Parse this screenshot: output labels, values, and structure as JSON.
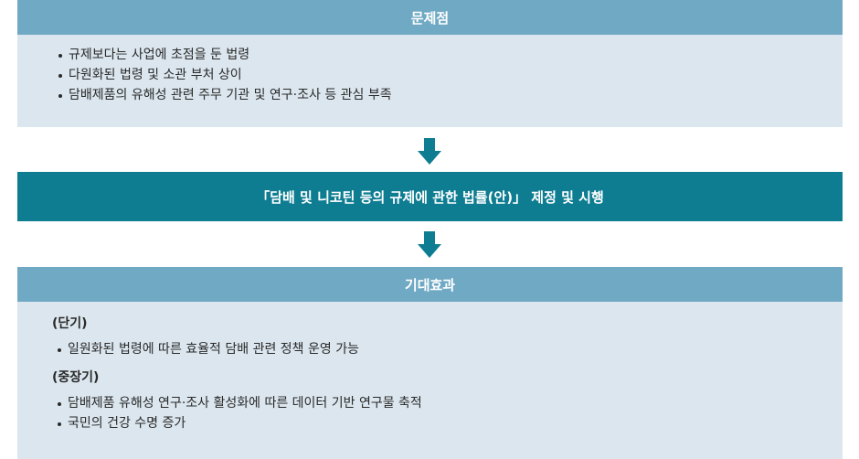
{
  "problems": {
    "title": "문제점",
    "items": [
      "규제보다는 사업에 초점을 둔 법령",
      "다원화된 법령 및 소관 부처 상이",
      "담배제품의 유해성 관련 주무 기관 및 연구·조사 등 관심 부족"
    ]
  },
  "law": {
    "title": "「담배 및 니코틴 등의 규제에 관한 법률(안)」 제정 및 시행"
  },
  "effects": {
    "title": "기대효과",
    "short_term": {
      "label": "(단기)",
      "items": [
        "일원화된 법령에 따른 효율적 담배 관련 정책 운영 가능"
      ]
    },
    "long_term": {
      "label": "(중장기)",
      "items": [
        "담배제품 유해성 연구·조사 활성화에 따른 데이터 기반 연구물 축적",
        "국민의 건강 수명 증가"
      ]
    }
  },
  "colors": {
    "header": "#6fa9c4",
    "panel": "#dbe6ee",
    "highlight": "#0e7d92",
    "arrow": "#0e7d92"
  }
}
